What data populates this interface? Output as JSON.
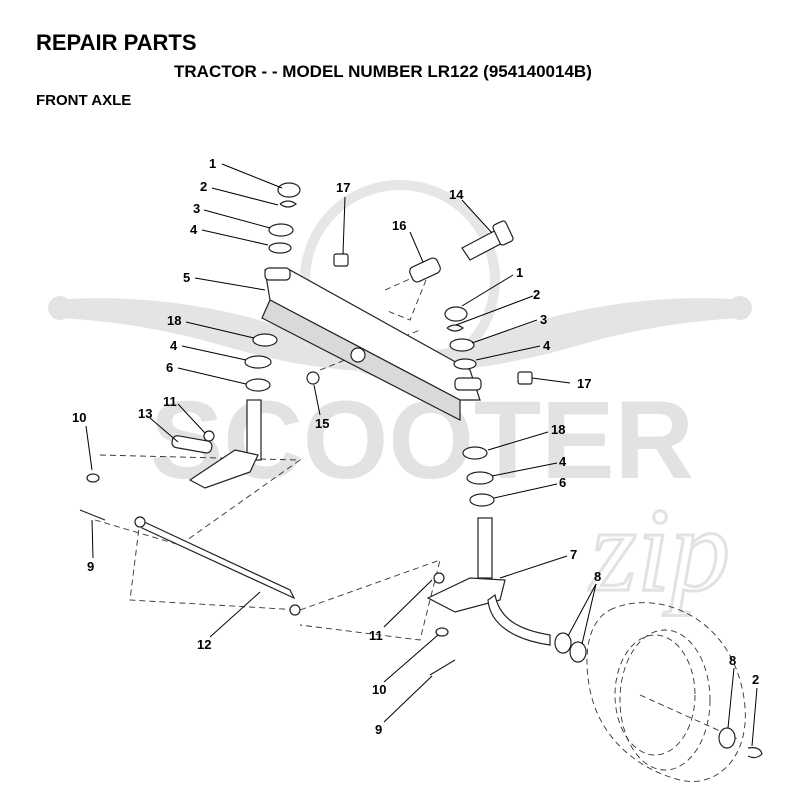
{
  "header": {
    "title": "REPAIR PARTS",
    "subtitle": "TRACTOR - - MODEL NUMBER LR122 (954140014B)",
    "section": "FRONT AXLE"
  },
  "watermark": {
    "word": "SCOOTER",
    "script": "zip"
  },
  "callouts": {
    "c1a": "1",
    "c2a": "2",
    "c3a": "3",
    "c4a": "4",
    "c5": "5",
    "c17a": "17",
    "c16": "16",
    "c14": "14",
    "c1b": "1",
    "c2b": "2",
    "c3b": "3",
    "c4b": "4",
    "c17b": "17",
    "c18a": "18",
    "c4c": "4",
    "c6a": "6",
    "c15": "15",
    "c11a": "11",
    "c13": "13",
    "c10a": "10",
    "c9a": "9",
    "c12": "12",
    "c18b": "18",
    "c4d": "4",
    "c6b": "6",
    "c7": "7",
    "c8a": "8",
    "c11b": "11",
    "c10b": "10",
    "c9b": "9",
    "c8b": "8",
    "c2c": "2"
  }
}
